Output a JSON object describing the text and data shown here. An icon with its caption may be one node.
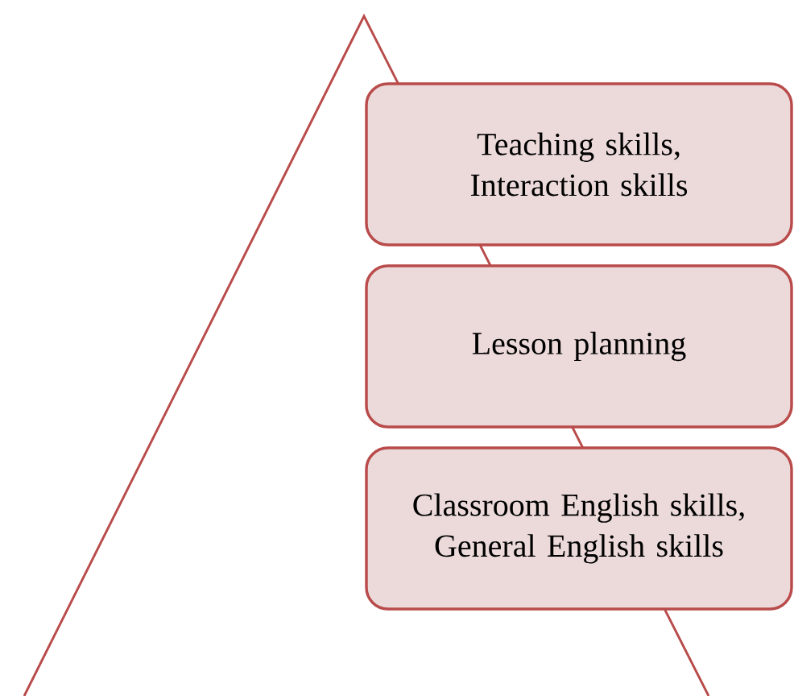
{
  "diagram": {
    "nodes": [
      {
        "text": [
          "Teaching skills, Interaction skills"
        ]
      },
      {
        "text": [
          "Lesson planning"
        ]
      },
      {
        "text": [
          "Classroom English skills, General English skills"
        ]
      }
    ]
  }
}
